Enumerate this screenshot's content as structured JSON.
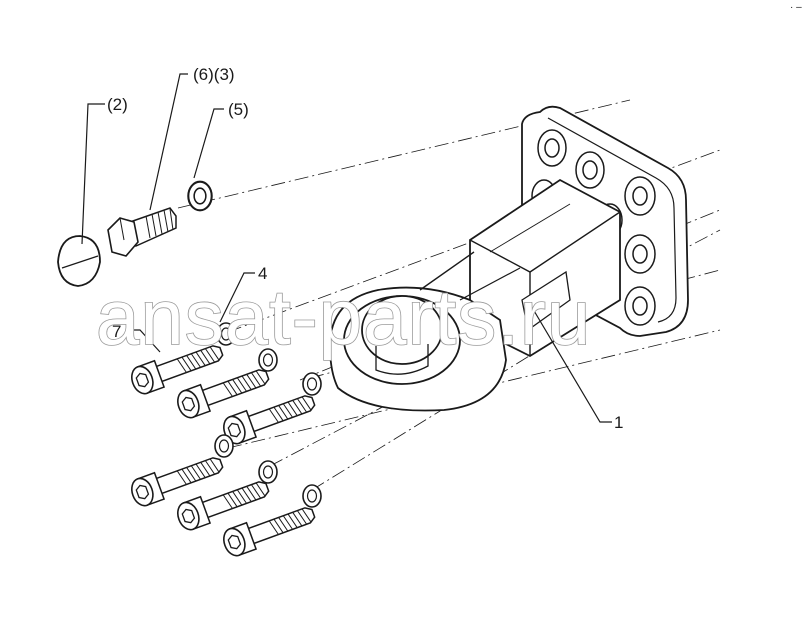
{
  "callouts": {
    "part_1": "1",
    "part_2": "(2)",
    "part_6_3": "(6)(3)",
    "part_5": "(5)",
    "part_4": "4",
    "part_7": "7"
  },
  "watermark": "ansat-parts.ru",
  "corner_mark": "· –",
  "colors": {
    "line": "#1a1a1a",
    "watermark_outline": "#9a9a9a",
    "background": "#ffffff"
  }
}
